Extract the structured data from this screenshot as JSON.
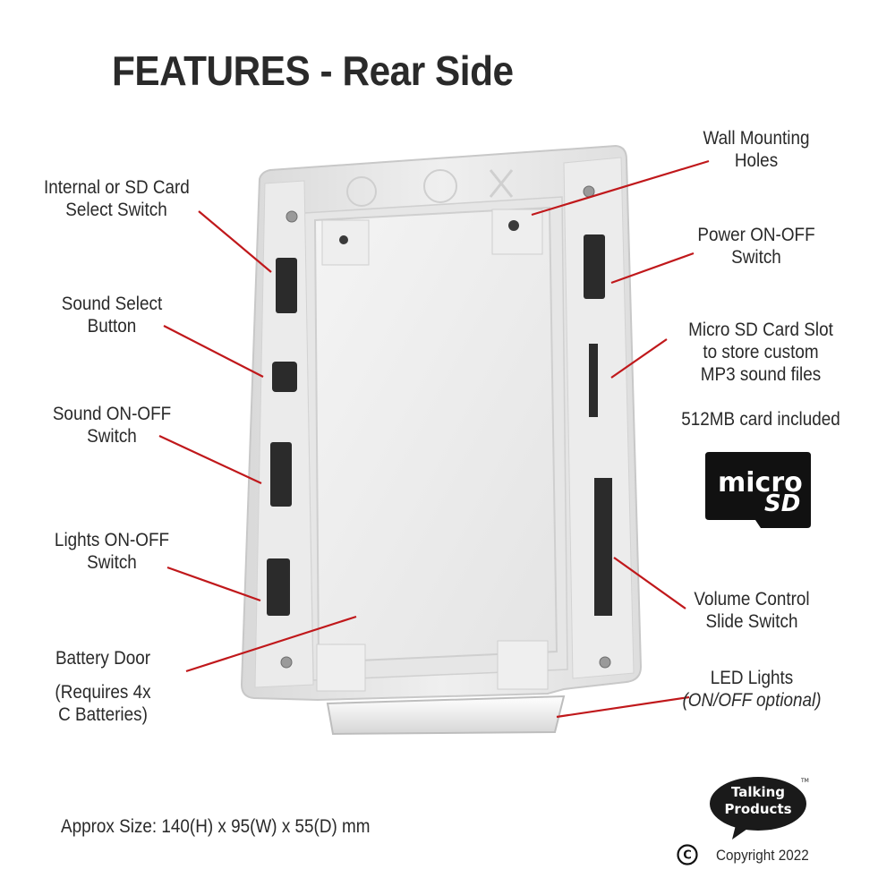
{
  "title": "FEATURES - Rear Side",
  "callouts": {
    "internal_sd": [
      "Internal or SD Card",
      "Select Switch"
    ],
    "sound_select": [
      "Sound Select",
      "Button"
    ],
    "sound_onoff": [
      "Sound ON-OFF",
      "Switch"
    ],
    "lights_onoff": [
      "Lights ON-OFF",
      "Switch"
    ],
    "battery_door": [
      "Battery Door"
    ],
    "battery_note": [
      "(Requires 4x",
      "C Batteries)"
    ],
    "wall_holes": [
      "Wall Mounting",
      "Holes"
    ],
    "power_onoff": [
      "Power ON-OFF",
      "Switch"
    ],
    "micro_sd_slot": [
      "Micro SD Card Slot",
      "to store custom",
      "MP3 sound files"
    ],
    "card_included": "512MB card included",
    "volume": [
      "Volume Control",
      "Slide Switch"
    ],
    "led_lights": "LED Lights",
    "led_note": "(ON/OFF optional)"
  },
  "microsd_logo": {
    "line1": "micro",
    "line2": "SD"
  },
  "brand_logo": {
    "line1": "Talking",
    "line2": "Products",
    "tm": "TM"
  },
  "size_text": "Approx Size: 140(H) x 95(W) x 55(D) mm",
  "copyright_symbol": "C",
  "copyright_text": "Copyright 2022",
  "colors": {
    "callout_line": "#c0181b",
    "device_body": "#e9e9e9",
    "switch": "#2b2b2b",
    "title": "#2a2a2a"
  }
}
